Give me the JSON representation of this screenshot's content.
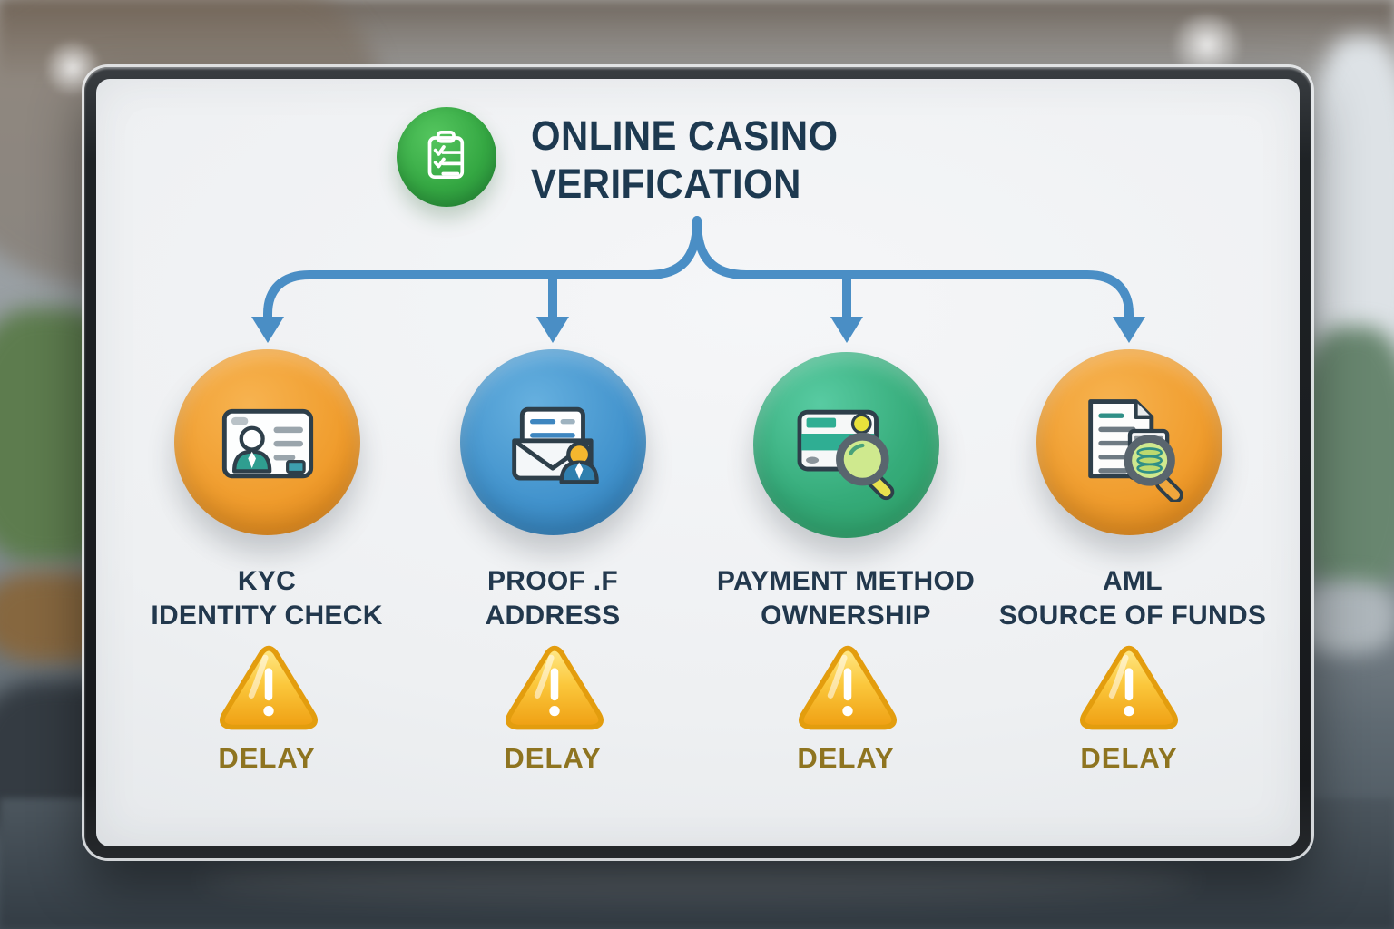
{
  "header": {
    "title_line1": "ONLINE CASINO",
    "title_line2": "VERIFICATION",
    "icon": "checklist-icon"
  },
  "flow": {
    "connector_color": "#4A8EC5",
    "nodes": [
      {
        "id": "kyc",
        "icon": "id-card-icon",
        "circle_color": "#F09D2E",
        "line1": "KYC",
        "line2": "IDENTITY CHECK",
        "status_icon": "warning-triangle-icon",
        "status_label": "DELAY"
      },
      {
        "id": "proof-of-address",
        "icon": "envelope-document-icon",
        "circle_color": "#4192CC",
        "line1": "PROOF .F",
        "line2": "ADDRESS",
        "status_icon": "warning-triangle-icon",
        "status_label": "DELAY"
      },
      {
        "id": "payment-method",
        "icon": "card-magnifier-icon",
        "circle_color": "#35AB79",
        "line1": "PAYMENT METHOD",
        "line2": "OWNERSHIP",
        "status_icon": "warning-triangle-icon",
        "status_label": "DELAY"
      },
      {
        "id": "aml",
        "icon": "document-magnifier-icon",
        "circle_color": "#F09D2E",
        "line1": "AML",
        "line2": "SOURCE OF FUNDS",
        "status_icon": "warning-triangle-icon",
        "status_label": "DELAY"
      }
    ]
  },
  "colors": {
    "title_text": "#1D3950",
    "label_text": "#22384D",
    "delay_text": "#8E7420",
    "warning_gold": "#F5B81F",
    "header_icon_green": "#35A843",
    "board_background": "#EEF0F2",
    "frame": "#1E2225"
  }
}
